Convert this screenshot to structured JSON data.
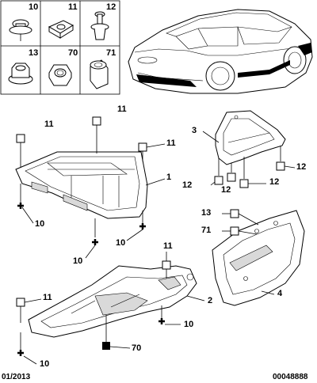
{
  "hardware_table": {
    "cells": [
      {
        "ref": "10",
        "shape": "screw-with-washer"
      },
      {
        "ref": "11",
        "shape": "clip-nut"
      },
      {
        "ref": "12",
        "shape": "push-rivet"
      },
      {
        "ref": "13",
        "shape": "flange-nut"
      },
      {
        "ref": "70",
        "shape": "hex-nut"
      },
      {
        "ref": "71",
        "shape": "plastic-plug"
      }
    ]
  },
  "callouts": {
    "part_1": "1",
    "part_2": "2",
    "part_3": "3",
    "part_4": "4",
    "a_11": "11",
    "b_11": "11",
    "c_11": "11",
    "d_11": "11",
    "e_11": "11",
    "a_10": "10",
    "b_10": "10",
    "c_10": "10",
    "d_10": "10",
    "e_10": "10",
    "a_12": "12",
    "b_12": "12",
    "c_12": "12",
    "d_12": "12",
    "a_13": "13",
    "a_71": "71",
    "a_70": "70"
  },
  "footer": {
    "date": "01/2013",
    "code": "00048888"
  }
}
